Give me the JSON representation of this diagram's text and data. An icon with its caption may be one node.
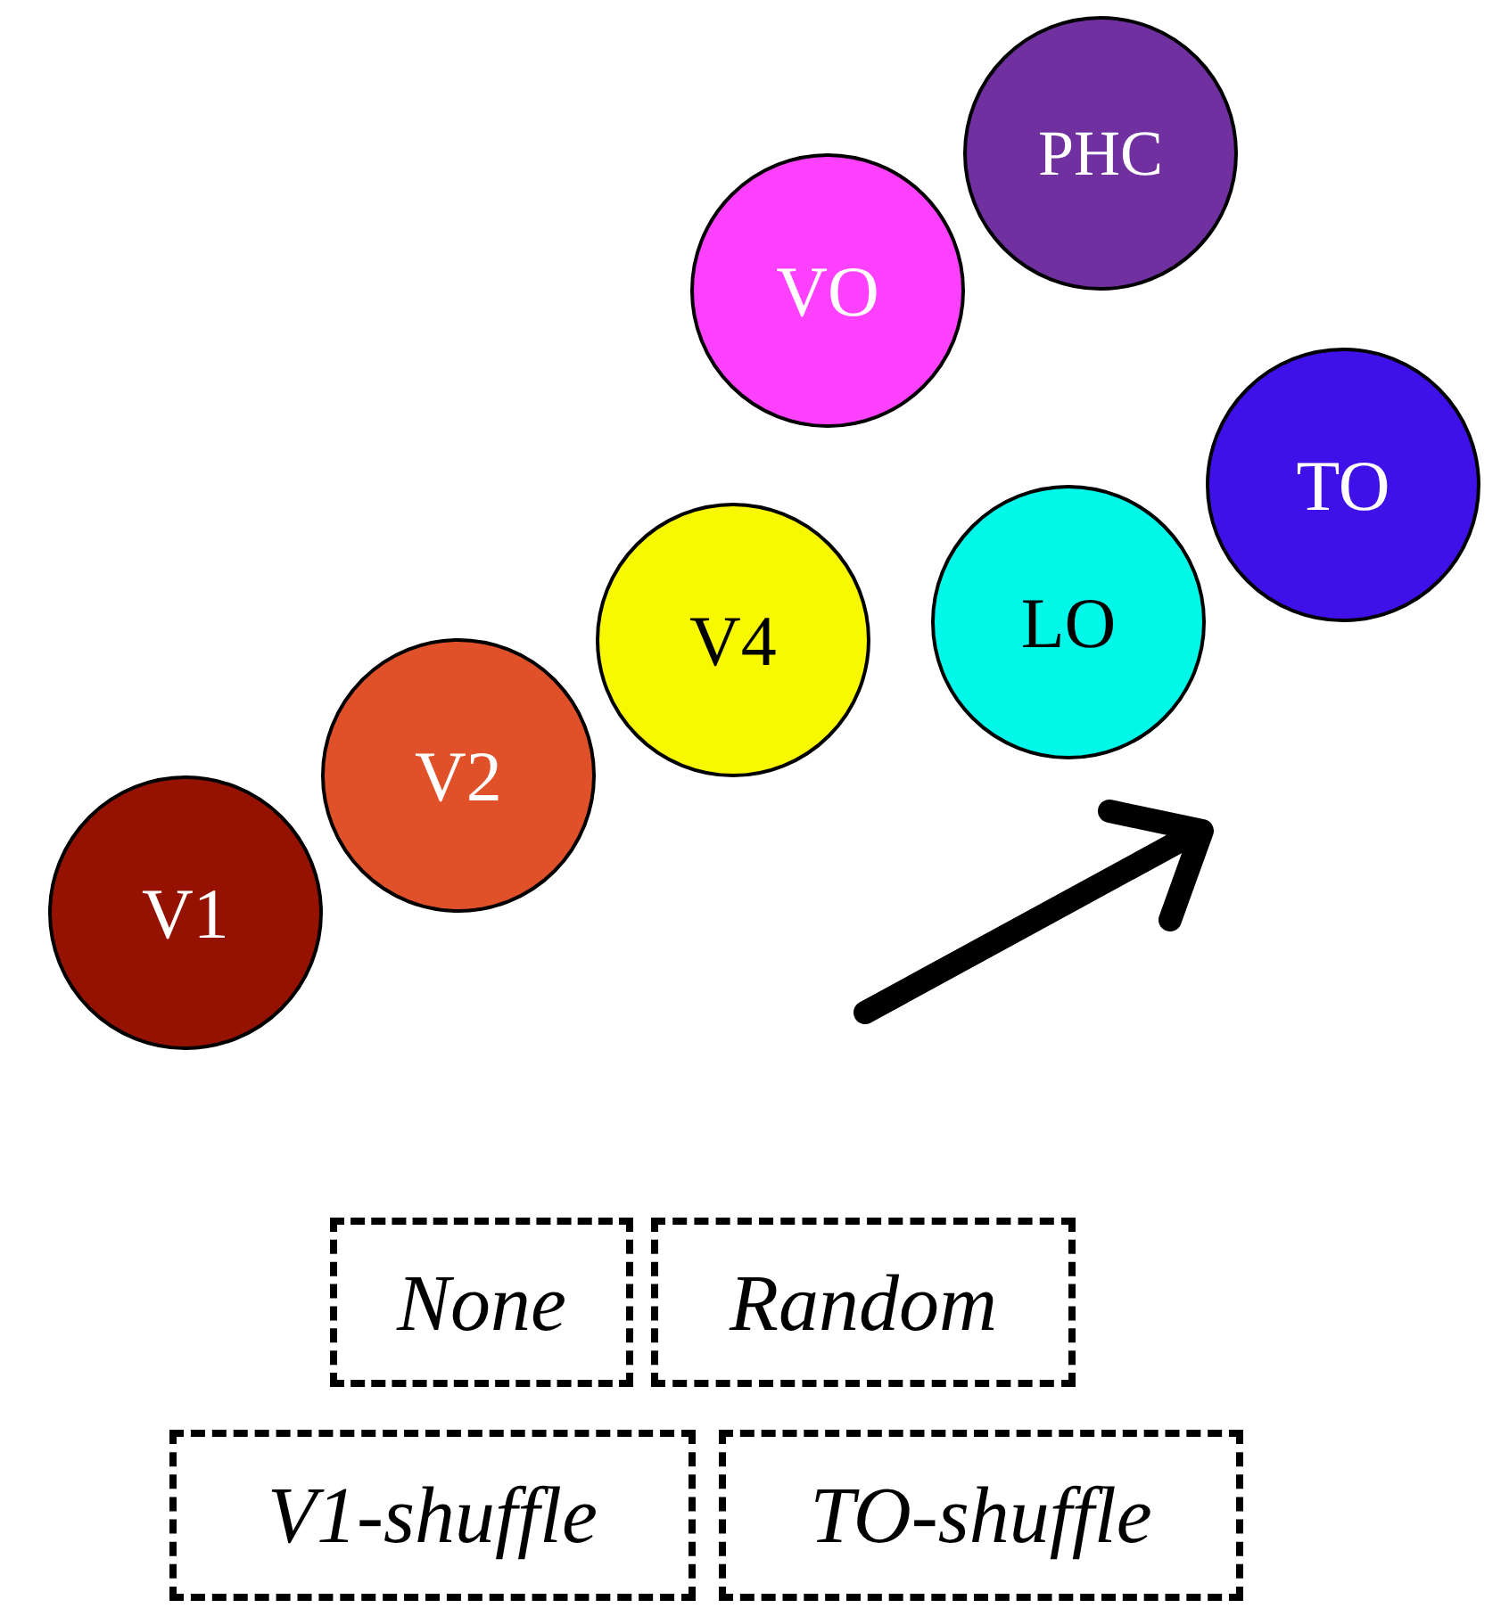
{
  "diagram": {
    "nodes": [
      {
        "text": [
          "PHC"
        ]
      },
      {
        "text": [
          "VO"
        ]
      },
      {
        "text": [
          "TO"
        ]
      },
      {
        "text": [
          "LO"
        ]
      },
      {
        "text": [
          "V4"
        ]
      },
      {
        "text": [
          "V2"
        ]
      },
      {
        "text": [
          "V1"
        ]
      },
      {
        "text": [
          "None"
        ]
      },
      {
        "text": [
          "Random"
        ]
      },
      {
        "text": [
          "V1-shuffle"
        ]
      },
      {
        "text": [
          "TO-shuffle"
        ]
      }
    ]
  }
}
